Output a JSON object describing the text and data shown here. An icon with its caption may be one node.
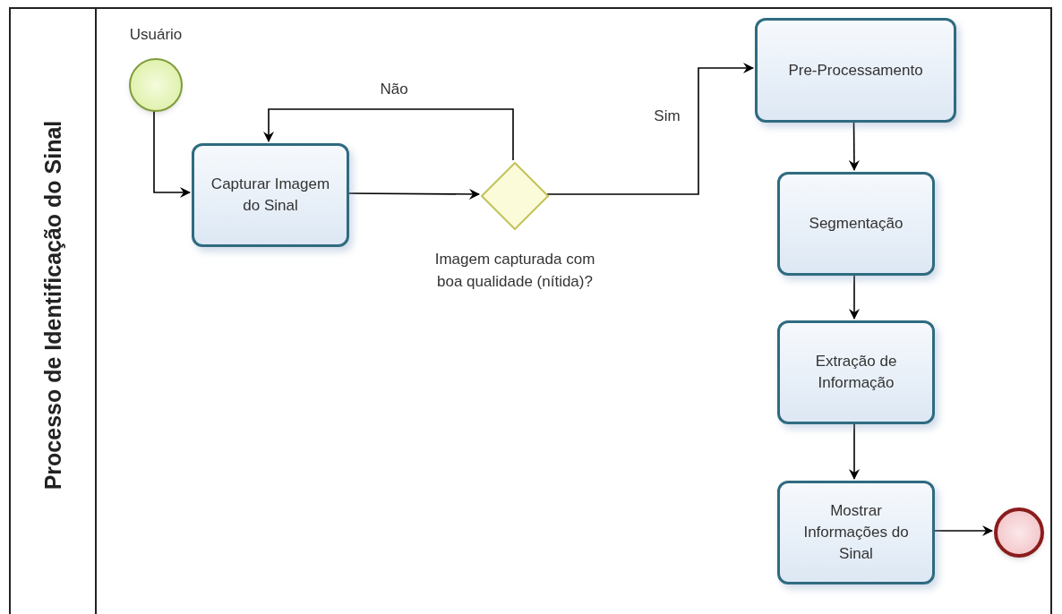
{
  "diagram": {
    "nodes": [
      {
        "text": [
          "Processo de Identificação do Sinal"
        ]
      },
      {
        "text": [
          "Usuário"
        ],
        "in": 0
      },
      {
        "text": [
          "Capturar Imagem do Sinal"
        ],
        "in": 0
      },
      {
        "text": [
          "Imagem capturada com boa qualidade (nítida)?"
        ],
        "in": 0
      },
      {
        "text": [
          "Pre-Processamento"
        ],
        "in": 0
      },
      {
        "text": [
          "Segmentação"
        ],
        "in": 0
      },
      {
        "text": [
          "Extração de Informação"
        ],
        "in": 0
      },
      {
        "text": [
          "Mostrar Informações do Sinal"
        ],
        "in": 0
      },
      {
        "text": [],
        "shape": "circle",
        "in": 0
      }
    ],
    "edges": [
      {
        "from": 1,
        "to": 2,
        "arrow": "to"
      },
      {
        "from": 2,
        "to": 3,
        "arrow": "to"
      },
      {
        "from": 3,
        "to": 2,
        "arrow": "to",
        "label": "Não"
      },
      {
        "from": 3,
        "to": 4,
        "arrow": "to",
        "label": "Sim"
      },
      {
        "from": 4,
        "to": 5,
        "arrow": "to"
      },
      {
        "from": 5,
        "to": 6,
        "arrow": "to"
      },
      {
        "from": 6,
        "to": 7,
        "arrow": "to"
      },
      {
        "from": 7,
        "to": 8,
        "arrow": "to"
      }
    ]
  }
}
